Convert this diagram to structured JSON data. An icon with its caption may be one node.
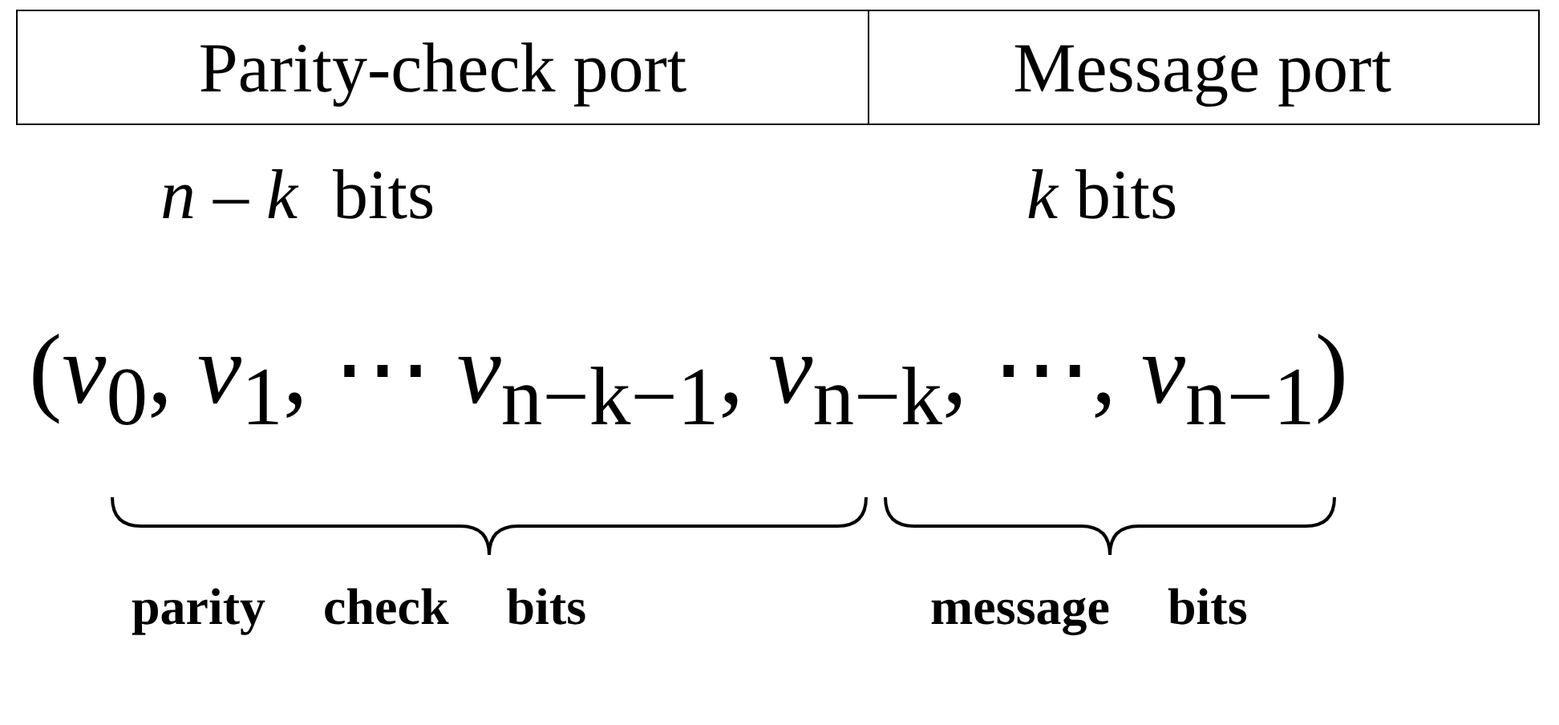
{
  "diagram": {
    "nodes": [
      {
        "text": [
          "Parity-check port"
        ]
      },
      {
        "text": [
          "Message port"
        ]
      }
    ],
    "edges": [],
    "labels": [
      "*n* – *k*  bits",
      "*k* bits",
      "(*v*$_{0}$, *v*$_{1}$, ⋯ *v*$_{n−k−1}$, *v*$_{n−k}$, ⋯, *v*$_{n−1}$)",
      "parity check bits",
      "message bits"
    ]
  }
}
